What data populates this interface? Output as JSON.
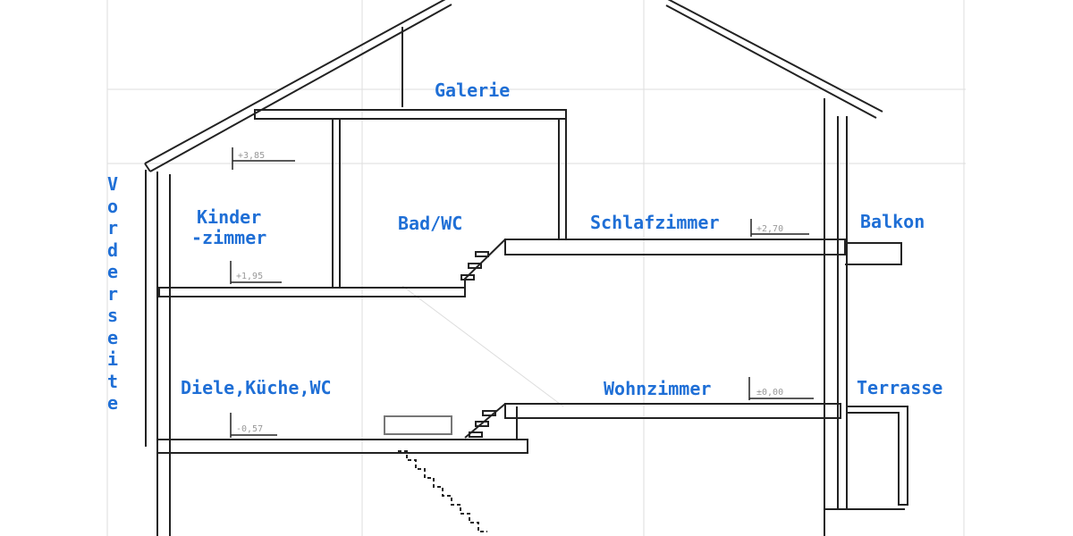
{
  "labels": {
    "galerie": "Galerie",
    "kinderzimmer": "Kinder\n-zimmer",
    "bad_wc": "Bad/WC",
    "schlafzimmer": "Schlafzimmer",
    "balkon": "Balkon",
    "diele": "Diele,Küche,WC",
    "wohnzimmer": "Wohnzimmer",
    "terrasse": "Terrasse",
    "vorderseite": "Vorderseite"
  },
  "levels": {
    "top": "+3,85",
    "schlafzimmer": "+2,70",
    "kinderzimmer": "+1,95",
    "diele": "-0,57",
    "wohnzimmer": "±0,00"
  },
  "colors": {
    "label": "#1f6fd6",
    "lines": "#222222"
  }
}
